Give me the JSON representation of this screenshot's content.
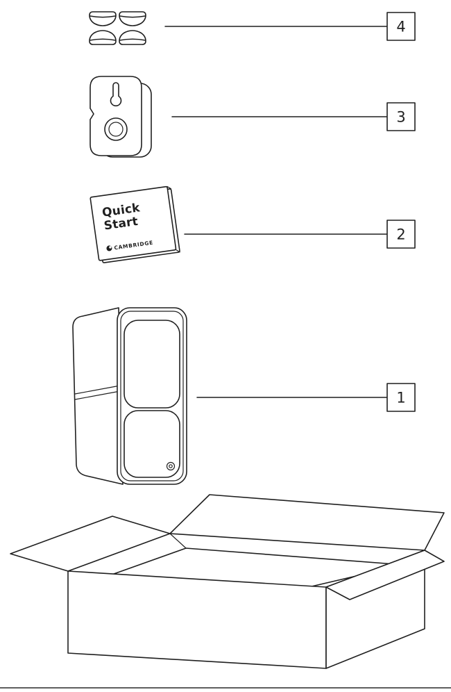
{
  "colors": {
    "background": "#ffffff",
    "line": "#1f1f1f"
  },
  "callouts": [
    {
      "number": "4",
      "item": "rubber-feet"
    },
    {
      "number": "3",
      "item": "wall-bracket"
    },
    {
      "number": "2",
      "item": "quick-start-guide"
    },
    {
      "number": "1",
      "item": "speaker"
    }
  ],
  "booklet": {
    "title_line1": "Quick",
    "title_line2": "Start",
    "brand": "CAMBRIDGE"
  }
}
